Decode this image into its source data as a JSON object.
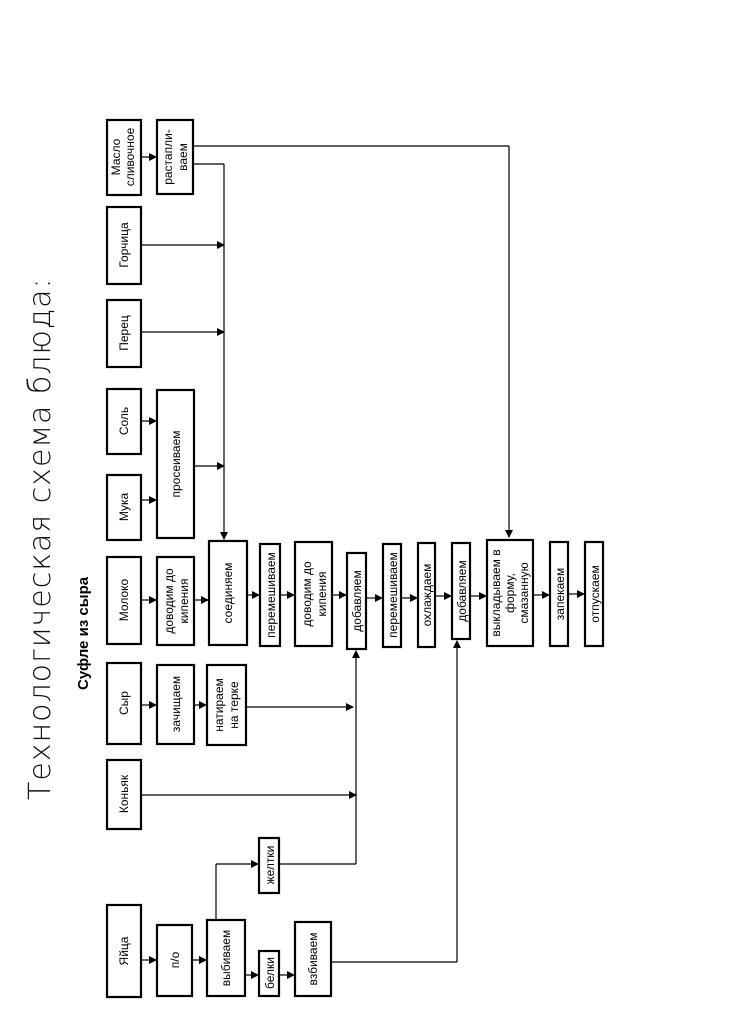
{
  "diagram": {
    "title": "Технологическая схема блюда:",
    "subtitle": "Суфле из сыра",
    "nodes": {
      "eggs": "Яйца",
      "po": "п/о",
      "beat_eggs": "выбиваем",
      "whites": "белки",
      "whip_whites": "взбиваем",
      "yolks": "желтки",
      "cognac": "Коньяк",
      "cheese": "Сыр",
      "clean_cheese": "зачищаем",
      "grate_cheese": [
        "натираем",
        "на терке"
      ],
      "milk": "Молоко",
      "boil_milk": [
        "доводим до",
        "кипения"
      ],
      "combine": "соединяем",
      "mix_1": "перемешиваем",
      "boil_2": [
        "доводим до",
        "кипения"
      ],
      "add_1": "добавляем",
      "mix_2": "перемешиваем",
      "cool": "охлаждаем",
      "add_2": "добавляем",
      "to_form": [
        "выкладываем в",
        "форму,",
        "смазанную"
      ],
      "bake": "запекаем",
      "serve": "отпускаем",
      "flour": "Мука",
      "sift": "просеиваем",
      "salt": "Соль",
      "pepper": "Перец",
      "mustard": "Горчица",
      "butter": [
        "Масло",
        "сливочное"
      ],
      "melt": [
        "растапли-",
        "ваем"
      ]
    }
  }
}
